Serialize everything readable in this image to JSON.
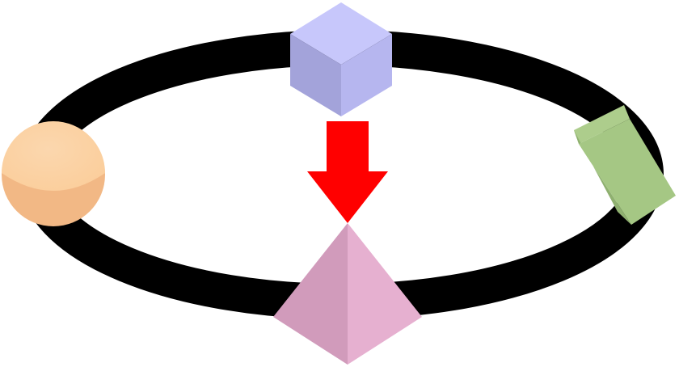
{
  "colors": {
    "background": "#ffffff",
    "ring": "#000000",
    "arrow": "#ff0000",
    "cube_top": "#c7c7fb",
    "cube_left": "#a3a3da",
    "cube_right": "#b6b6ef",
    "sphere_light": "#fbce9c",
    "sphere_dark": "#f2b885",
    "prism_top": "#adcd8c",
    "prism_front": "#a5c784",
    "prism_side": "#8fb070",
    "pyramid_left": "#d19bbb",
    "pyramid_right": "#e6b0d0"
  },
  "shapes": [
    {
      "kind": "cube",
      "icon": "cube-icon",
      "position_on_ring": "top"
    },
    {
      "kind": "sphere",
      "icon": "sphere-icon",
      "position_on_ring": "left"
    },
    {
      "kind": "rectangular-prism",
      "icon": "prism-icon",
      "position_on_ring": "right"
    },
    {
      "kind": "pyramid",
      "icon": "pyramid-icon",
      "position_on_ring": "bottom"
    }
  ],
  "arrow": {
    "direction": "down",
    "from": "cube",
    "to": "pyramid",
    "icon": "down-arrow-icon"
  }
}
